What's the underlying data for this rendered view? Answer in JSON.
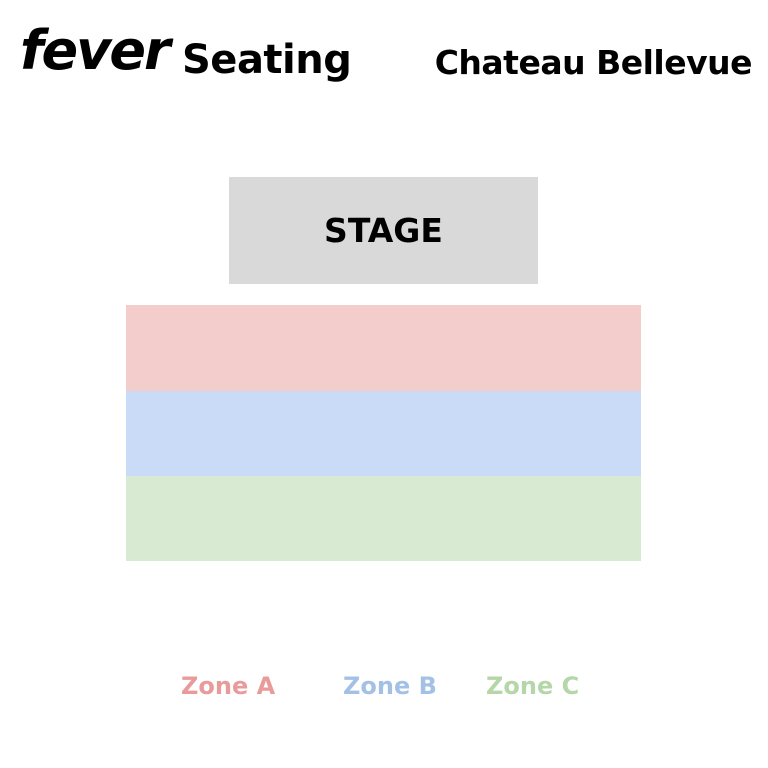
{
  "header": {
    "brand": "fever",
    "subtitle": "Seating",
    "venue": "Chateau Bellevue"
  },
  "stage": {
    "label": "STAGE",
    "color": "#d9d9d9"
  },
  "zones": [
    {
      "id": "a",
      "label": "Zone A",
      "fill": "#f3cccc",
      "text_color": "#e99b9b"
    },
    {
      "id": "b",
      "label": "Zone B",
      "fill": "#c9dbf6",
      "text_color": "#a3c1e5"
    },
    {
      "id": "c",
      "label": "Zone C",
      "fill": "#d8ead2",
      "text_color": "#b5d6a8"
    }
  ]
}
